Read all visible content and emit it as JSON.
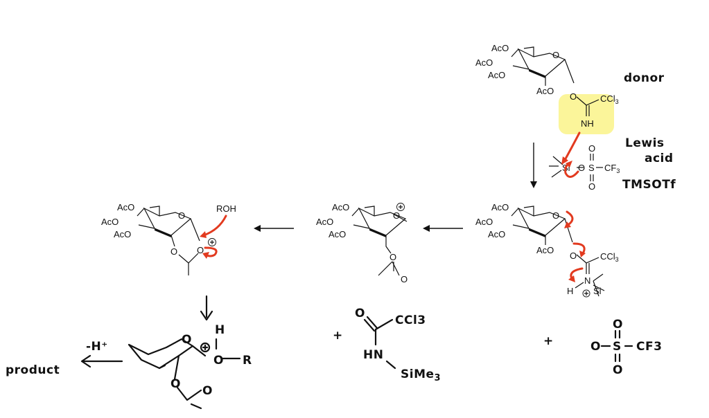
{
  "labels": {
    "donor": "donor",
    "lewis_line1": "Lewis",
    "lewis_line2": "acid",
    "tmsotf": "TMSOTf",
    "product": "product",
    "deprotonation": "-H⁺",
    "plus": "+"
  },
  "atoms": {
    "aco": "AcO",
    "o": "O",
    "ccl3": "CCl",
    "sub3": "3",
    "nh": "NH",
    "h": "H",
    "n": "N",
    "si": "Si",
    "s": "S",
    "cf": "CF",
    "roh": "ROH",
    "r": "R",
    "hn": "HN",
    "ccl3_hand": "CCl3",
    "sime3": "SiMe",
    "sub_me3": "3",
    "cf3_hand": "CF3",
    "cf3_sub": "3"
  },
  "colors": {
    "highlight": "#fbf59a",
    "arrow_red": "#e23a1f",
    "ink": "#111111"
  }
}
